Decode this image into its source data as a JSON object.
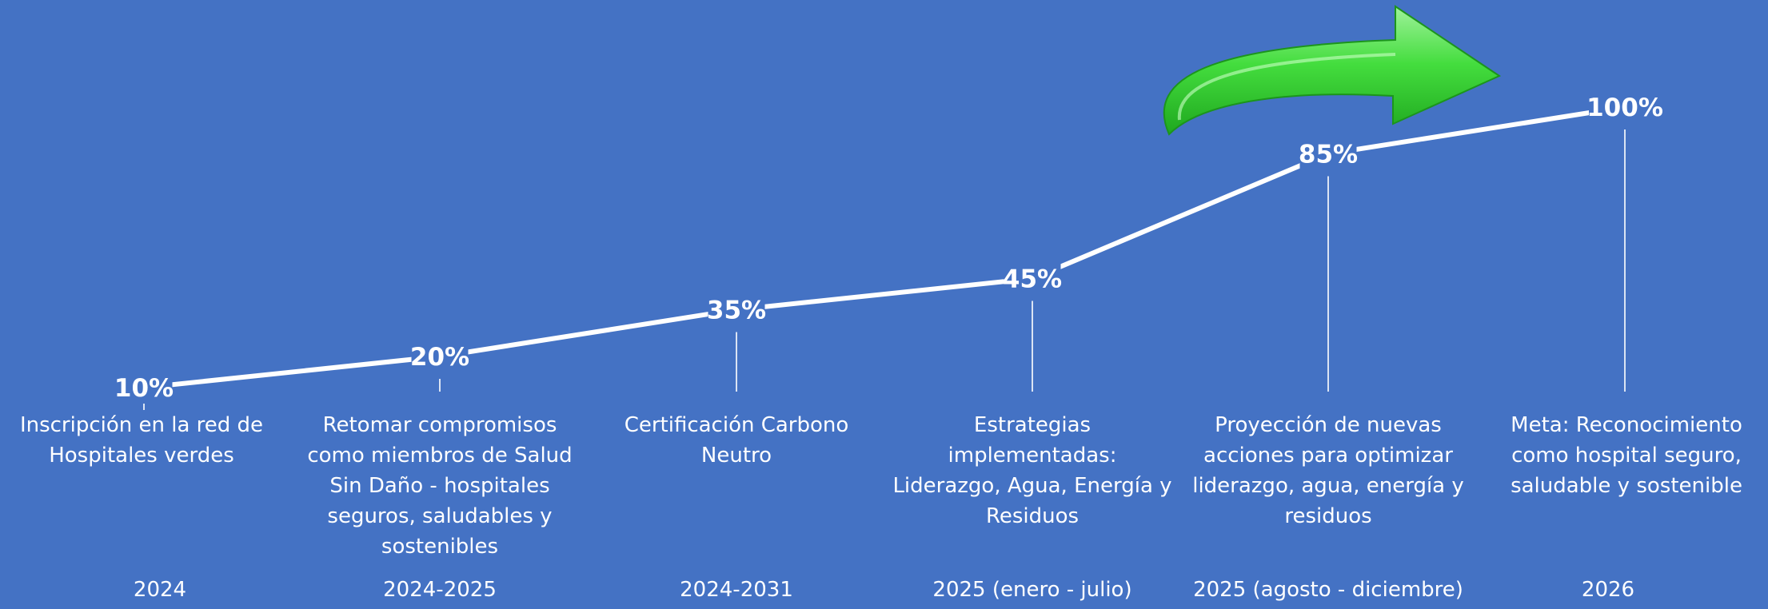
{
  "chart_data": {
    "type": "line",
    "categories": [
      "2024",
      "2024-2025",
      "2024-2031",
      "2025 (enero - julio)",
      "2025 (agosto - diciembre)",
      "2026"
    ],
    "values": [
      10,
      20,
      35,
      45,
      85,
      100
    ],
    "value_labels": [
      "10%",
      "20%",
      "35%",
      "45%",
      "85%",
      "100%"
    ],
    "descriptions": [
      "Inscripción en la red  de Hospitales verdes",
      "Retomar compromisos como miembros de Salud Sin Daño - hospitales seguros, saludables y sostenibles",
      "Certificación Carbono Neutro",
      "Estrategias implementadas: Liderazgo, Agua, Energía y Residuos",
      "Proyección de nuevas acciones  para optimizar liderazgo, agua, energía y residuos",
      "Meta: Reconocimiento como hospital seguro, saludable y sostenible"
    ],
    "ylim": [
      0,
      100
    ],
    "grid": false,
    "legend": "none",
    "line_color": "#ffffff",
    "background_color": "#4472c4",
    "arrow_color": "#3ed13e",
    "arrow_icon": "curved-arrow-icon"
  }
}
